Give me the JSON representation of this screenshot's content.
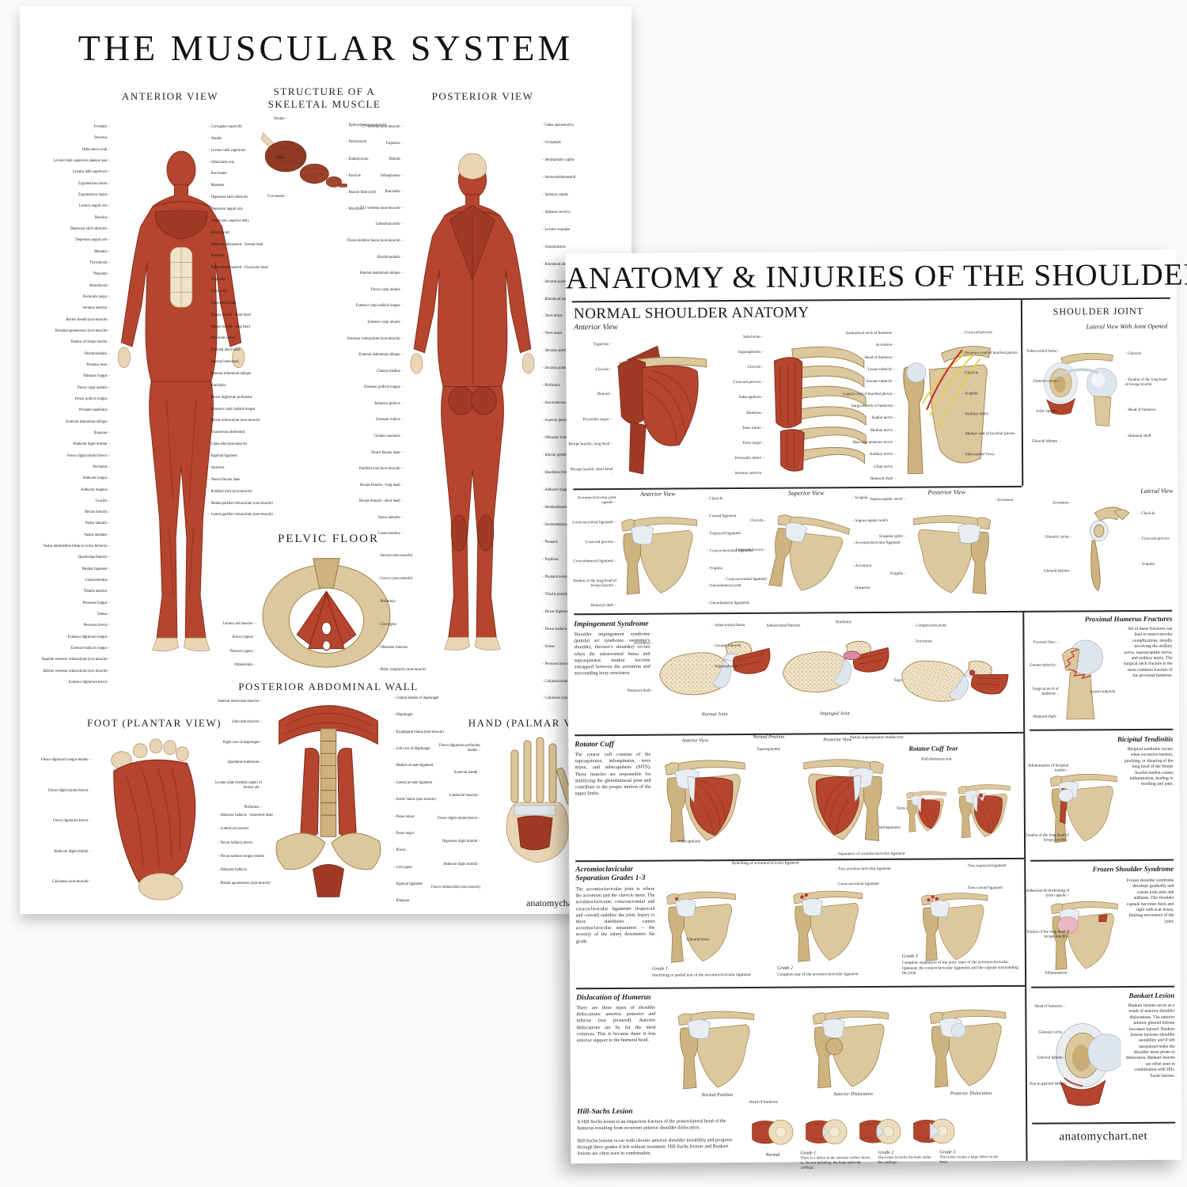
{
  "poster_muscular": {
    "title": "THE MUSCULAR SYSTEM",
    "watermark": "anatomychart.net",
    "sections": {
      "anterior": {
        "title": "ANTERIOR VIEW",
        "labels_left": [
          "Frontalis",
          "Procerus",
          "Orbicularis oculi",
          "Levator labii superioris alaeque nasi",
          "Levator labii superioris",
          "Zygomaticus minor",
          "Zygomaticus major",
          "Levator anguli oris",
          "Risorius",
          "Depressor labii inferioris",
          "Depressor anguli oris",
          "Mentalis",
          "Thyrohyoid",
          "Platysma",
          "Sternohyoid",
          "Pectoralis major",
          "Serratus anterior",
          "Rectus sheath (non-muscle)",
          "Bicipital aponeurosis (non-muscle)",
          "Tendon of biceps brachii",
          "Brachioradialis",
          "Pronator teres",
          "Palmaris longus",
          "Flexor carpi radialis",
          "Flexor pollicis longus",
          "Pronator quadratus",
          "External abdominal oblique",
          "Iliopsoas",
          "Abductor digiti minimi",
          "Flexor digiti minimi brevis",
          "Pectineus",
          "Adductor longus",
          "Adductor magnus",
          "Gracilis",
          "Rectus femoris",
          "Vastus lateralis",
          "Vastus medialis",
          "Vastus intermedius (deep to rectus femoris)",
          "Quadriceps femoris",
          "Patellar ligament",
          "Gastrocnemius",
          "Tibialis anterior",
          "Peroneus longus",
          "Soleus",
          "Peroneus brevis",
          "Extensor digitorum longus",
          "Extensor hallucis longus",
          "Superior extensor retinaculum (non-muscle)",
          "Inferior extensor retinaculum (non-muscle)",
          "Extensor digitorum brevis"
        ],
        "labels_right": [
          "Corrugator supercilii",
          "Nasalis",
          "Levator labii superioris",
          "Orbicularis oris",
          "Buccinator",
          "Masseter",
          "Depressor labii inferioris",
          "Depressor anguli oris",
          "Omohyoid, superior belly",
          "Sternohyoid",
          "Sternocleidomastoid - Sternal head",
          "Scalenes",
          "Sternocleidomastoid - Clavicular head",
          "Trapezius",
          "Subclavius",
          "Coracobrachialis",
          "Biceps brachii - short head",
          "Biceps brachii - long head",
          "Pectoralis minor",
          "External intercostal",
          "Internal intercostal",
          "Internal abdominal oblique",
          "Brachialis",
          "Flexor digitorum profundus",
          "Extensor carpi radialis longus",
          "Flexor retinaculum (non-muscle)",
          "Transversus abdominis",
          "Linea alba (non-muscle)",
          "Inguinal ligament",
          "Sartorius",
          "Tensor fasciae latae",
          "Iliotibial tract (non-muscle)",
          "Medial patellar retinaculum (non-muscle)",
          "Lateral patellar retinaculum (non-muscle)"
        ]
      },
      "skeletal": {
        "title": "STRUCTURE OF A SKELETAL MUSCLE",
        "labels_left": [
          "Tendon",
          "Bone",
          "Cut muscle"
        ],
        "labels_right": [
          "Epimysium (non-muscle)",
          "Perimysium",
          "Endomysium",
          "Fascicle",
          "Muscle fiber (cell)",
          "Myofibril"
        ]
      },
      "posterior": {
        "title": "POSTERIOR VIEW",
        "labels_left": [
          "C7 vertebra (non-muscle)",
          "Trapezius",
          "Deltoid",
          "Infraspinatus",
          "Brachialis",
          "T12 vertebra (non-muscle)",
          "Latissimus dorsi",
          "Thoracolumbar fascia (non-muscle)",
          "Brachioradialis",
          "Internal abdominal oblique",
          "Flexor carpi ulnaris",
          "Extensor carpi radialis longus",
          "Extensor carpi ulnaris",
          "Extensor retinaculum (non-muscle)",
          "External abdominal oblique",
          "Gluteus medius",
          "Extensor pollicis longus",
          "Abductor pollicis",
          "Extensor indicis",
          "Gluteus maximus",
          "Tensor fasciae latae",
          "Iliotibial tract (non-muscle)",
          "Biceps femoris - long head",
          "Biceps femoris - short head",
          "Vastus lateralis",
          "Gastrocnemius"
        ],
        "labels_right": [
          "Galea aponeurotica",
          "Occipitalis",
          "Semispinalis capitis",
          "Sternocleidomastoid",
          "Splenius capitis",
          "Splenius cervicis",
          "Levator scapulae",
          "Supraspinatus",
          "Rhomboid minor",
          "Serratus posterior superior",
          "Rhomboid major",
          "Teres minor",
          "Teres major",
          "Serratus anterior",
          "Serratus posterior inferior",
          "Piriformis",
          "Sacrotuberous ligament (non-muscle)",
          "Superior gemellus",
          "Obturator internus",
          "Inferior gemellus",
          "Quadratus femoris",
          "Adductor magnus",
          "Semitendinosus",
          "Semimembranosus",
          "Plantaris",
          "Popliteus",
          "Plantaris tendon",
          "Tibialis posterior",
          "Flexor digitorum longus",
          "Flexor hallucis longus",
          "Soleus",
          "Peroneus brevis",
          "Calcaneal tendon (Achilles) (non-muscle)",
          "Calcaneus (non-muscle)"
        ]
      },
      "pelvic": {
        "title": "PELVIC FLOOR",
        "labels_left": [
          "Levator ani muscles",
          "Iliococcygeus",
          "Pubococcygeus",
          "Puborectalis"
        ],
        "labels_right": [
          "Sacrum (non-muscle)",
          "Coccyx (non-muscle)",
          "Piriformis",
          "Coccygeus",
          "Obturator internus",
          "Pubic symphysis (non-muscle)"
        ]
      },
      "abdominal": {
        "title": "POSTERIOR ABDOMINAL WALL",
        "labels_left": [
          "Internal intercostal muscles",
          "Subcostal muscles",
          "Right crus of diaphragm",
          "Quadratus lumborum",
          "Levator plate (median raphe) of levator ani",
          "Piriformis"
        ],
        "labels_right": [
          "Central tendon of diaphragm",
          "Diaphragm",
          "Esophageal hiatus (non-muscle)",
          "Left crus of diaphragm",
          "Median arcuate ligament",
          "Lateral arcuate ligament",
          "Aortic hiatus (non-muscle)",
          "Psoas minor",
          "Psoas major",
          "Iliacus",
          "Coccygeus",
          "Inguinal ligament",
          "Iliopsoas"
        ]
      },
      "foot": {
        "title": "FOOT (PLANTAR VIEW)",
        "labels_left": [
          "Flexor digitorum longus tendon",
          "Flexor digiti minimi brevis",
          "Flexor digitorum brevis",
          "Abductor digiti minimi",
          "Calcaneus (non-muscle)"
        ],
        "labels_right": [
          "Abductor hallucis - transverse head",
          "Lumbrical muscles",
          "Flexor hallucis brevis",
          "Flexor hallucis longus tendon",
          "Abductor hallucis",
          "Plantar aponeurosis (non-muscle)"
        ]
      },
      "hand": {
        "title": "HAND (PALMAR VIEW)",
        "labels_left": [
          "Flexor digitorum profundus tendon",
          "Synovial sheath",
          "Lumbrical muscles",
          "Flexor digiti minimi brevis",
          "Opponens digiti minimi",
          "Abductor digiti minimi",
          "Flexor retinaculum (non-muscle)"
        ]
      }
    }
  },
  "poster_shoulder": {
    "title": "ANATOMY & INJURIES OF THE SHOULDER",
    "watermark": "anatomychart.net",
    "normal": {
      "title": "NORMAL SHOULDER ANATOMY",
      "subtitle": "Anterior View",
      "fig1_labels": [
        "Trapezius",
        "Clavicle",
        "Deltoid",
        "Pectoralis major",
        "Biceps brachii, long head",
        "Biceps brachii, short head"
      ],
      "fig2_labels": [
        "Subclavius",
        "Supraspinatus",
        "Clavicle",
        "Coracoid process",
        "Subscapularis",
        "Humerus",
        "Teres minor",
        "Teres major",
        "Pectoralis minor",
        "Serratus anterior"
      ],
      "fig3_left": [
        "Anatomical neck of humerus",
        "Acromion",
        "Head of humerus",
        "Lesser tubercle",
        "Greater tubercle",
        "Lateral cord of brachial plexus",
        "Surgical neck of humerus",
        "Radial nerve",
        "Median nerve",
        "Musculocutaneous nerve",
        "Axillary nerve",
        "Ulnar nerve",
        "Humeral shaft"
      ],
      "fig3_right": [
        "Coracoid process",
        "Posterior cord of brachial plexus",
        "Clavicle",
        "Scapula",
        "Axillary artery",
        "Medial cord of brachial plexus",
        "Subscapular fossa"
      ]
    },
    "joint": {
      "title": "SHOULDER JOINT",
      "subtitle": "Lateral View With Joint Opened",
      "labels_left": [
        "Subacromial bursa",
        "Glenoid cavity",
        "Joint capsule",
        "Glenoid labrum"
      ],
      "labels_right": [
        "Clavicle",
        "Tendon of the long head of biceps brachii",
        "Head of humerus",
        "Humeral shaft"
      ]
    },
    "views": {
      "anterior": {
        "title": "Anterior View",
        "labels_left": [
          "Acromioclavicular joint capsule",
          "Coracoacromial ligament",
          "Coracoid process",
          "Coracohumeral ligament",
          "Tendon of the long head of biceps brachii",
          "Humeral shaft"
        ],
        "labels_right": [
          "Clavicle",
          "Conoid ligament",
          "Trapezoid ligament",
          "Coracoclavicular ligament",
          "Scapula",
          "Glenohumeral joint",
          "Glenohumeral ligaments"
        ]
      },
      "superior": {
        "title": "Superior View",
        "labels_left": [
          "Clavicle",
          "Coracoid process",
          "Coracoacromial ligament"
        ],
        "labels_right": [
          "Scapula",
          "Suprascapular notch",
          "Acromioclavicular ligament",
          "Acromion",
          "Humerus"
        ]
      },
      "posterior": {
        "title": "Posterior View",
        "labels_left": [
          "Suprascapular notch",
          "Scapular spine",
          "Scapula"
        ],
        "labels_right": [
          "Acromion"
        ]
      },
      "lateral": {
        "title": "Lateral View",
        "labels_left": [
          "Acromion",
          "Glenoid cavity",
          "Glenoid labrum"
        ],
        "labels_right": [
          "Clavicle",
          "Coracoid process",
          "Scapula"
        ]
      }
    },
    "impingement": {
      "title": "Impingement Syndrome",
      "body": "Shoulder impingement syndrome (painful arc syndrome, swimmer's shoulder, thrower's shoulder) occurs when the subacromial bursa and supraspinatus tendon become entrapped between the acromion and surrounding bony structures.",
      "fig1_top": [
        "Subacromial bursa",
        "Greater tubercle",
        "Supraspinatus"
      ],
      "fig1_left": [
        "Acromion",
        "Humeral shaft"
      ],
      "fig2_left": "Subacromial bursitis",
      "fig2_top": "Tendinitis",
      "fig2_right": "Supraspinatus",
      "fig3_labels": [
        "Compression point",
        "Acromion"
      ],
      "normal_caption": "Normal Joint",
      "impinged_caption": "Impinged Joint"
    },
    "rotator": {
      "title": "Rotator Cuff",
      "body": "The rotator cuff consists of the supraspinatus, infraspinatus, teres minor, and subscapularis (SITS). These muscles are responsible for stabilizing the glenohumeral joint and contribute to the proper motion of the upper limbs.",
      "cap1": "Anterior View",
      "cap2": "Normal Position",
      "cap3": "Posterior View",
      "label_supra": "Supraspinatus",
      "label_subscap": "Subscapularis",
      "label_teres": "Teres minor",
      "label_infra": "Infraspinatus",
      "tear": {
        "title": "Rotator Cuff Tear",
        "partial": "Partial supraspinatus tendon tear",
        "full": "Full-thickness tear"
      }
    },
    "ac": {
      "title": "Acromioclavicular Separation Grades 1-3",
      "body": "The acromioclavicular joint is where the acromion and the clavicle meet. The acromioclavicular, coracoacromial and coracoclavicular ligaments (trapezoid and conoid) stabilize the joint. Injury to these stabilizers causes acromioclavicular separation – the severity of the injury determines the grade.",
      "g1_top": "Stretching of acromioclavicular ligament",
      "g1_side": "Glenoid fossa",
      "g2_labels": [
        "Separation of acromioclavicular ligament",
        "Torn acromioclavicular ligament",
        "Coracoacromial ligament"
      ],
      "g3_labels": [
        "Torn trapezoid ligament",
        "Torn conoid ligament"
      ],
      "g1": {
        "cap": "Grade 1",
        "desc": "Stretching or partial tear of the acromioclavicular ligament"
      },
      "g2": {
        "cap": "Grade 2",
        "desc": "Complete tear of the acromioclavicular ligament"
      },
      "g3": {
        "cap": "Grade 3",
        "desc": "Complete separation of the joint: tears of the acromioclavicular ligament, the coracoclavicular ligaments and the capsule surrounding the joint"
      }
    },
    "dislocation": {
      "title": "Dislocation of Humerus",
      "body": "There are three types of shoulder dislocations: anterior, posterior and inferior (not pictured). Anterior dislocations are by far the most common. This is because there is less anterior support to the humeral head.",
      "cap1": "Normal Position",
      "cap2": "Anterior Dislocation",
      "cap3": "Posterior Dislocation"
    },
    "hillsachs": {
      "title": "Hill-Sachs Lesion",
      "body1": "A Hill-Sachs lesion is an impaction fracture of the posterolateral head of the humerus resulting from recurrent anterior shoulder dislocation.",
      "body2": "Hill-Sachs lesions occur with chronic anterior shoulder instability and progress through three grades if left without treatment. Hill-Sachs lesions and Bankart lesions are often seen in combination.",
      "head_label": "Head of humerus",
      "c0": "Normal",
      "g1": {
        "cap": "Grade 1",
        "desc": "There is a defect in the articular surface down to, but not including, the bone under the cartilage."
      },
      "g2": {
        "cap": "Grade 2",
        "desc": "The lesion includes the bone under the cartilage."
      },
      "g3": {
        "cap": "Grade 3",
        "desc": "The lesion creates a large defect in the bone."
      }
    },
    "sidebar": {
      "fractures": {
        "title": "Proximal Humerus Fractures",
        "body": "All of these fractures can lead to neurovascular complications, usually involving the axillary nerve, suprascapular nerve, and axillary artery. The surgical neck fracture is the most common fracture of the proximal humerus.",
        "labels_left": [
          "Fracture lines",
          "Greater tubercle",
          "Surgical neck of humerus",
          "Humeral shaft"
        ],
        "label_right": "Lesser tubercle"
      },
      "bicipital": {
        "title": "Bicipital Tendinitis",
        "body": "Bicipital tendinitis occurs when excessive tension, pinching, or shearing of the long head of the biceps brachii tendon causes inflammation, leading to swelling and pain.",
        "labels_left": [
          "Inflammation of bicipital tendon",
          "Tendon of the long head of biceps brachii"
        ]
      },
      "frozen": {
        "title": "Frozen Shoulder Syndrome",
        "body": "Frozen shoulder syndrome develops gradually and causes joint pain and stiffness. The shoulder capsule becomes thick and tight with scar tissue, limiting movement of the joint.",
        "labels_left": [
          "Adhesions & thickening of joint capsule",
          "Tendon of the long head of biceps brachii",
          "Inflammation"
        ]
      },
      "bankart": {
        "title": "Bankart Lesion",
        "body": "Bankart lesions occur as a result of anterior shoulder dislocations. The anterior inferior glenoid labrum becomes injured. Bankart lesions increase shoulder instability and if left unrepaired make the shoulder more prone to dislocation. Bankart lesions are often seen in combination with Hill-Sachs lesions.",
        "labels_left": [
          "Head of humerus",
          "Glenoid cavity",
          "Glenoid labrum",
          "Tear in glenoid labrum"
        ]
      }
    }
  }
}
